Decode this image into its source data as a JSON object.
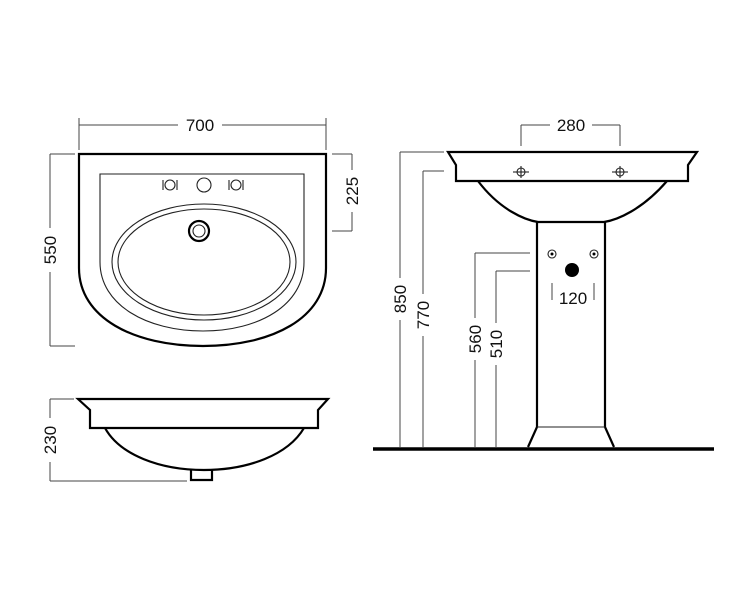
{
  "dimensions": {
    "top_width": "700",
    "top_height": "550",
    "top_tap_depth": "225",
    "side_height": "230",
    "pedestal_width": "280",
    "total_height": "850",
    "rim_height": "770",
    "pipe_height_upper": "560",
    "pipe_height_lower": "510",
    "pipe_spacing": "120"
  },
  "colors": {
    "line": "#000000",
    "background": "#ffffff"
  }
}
